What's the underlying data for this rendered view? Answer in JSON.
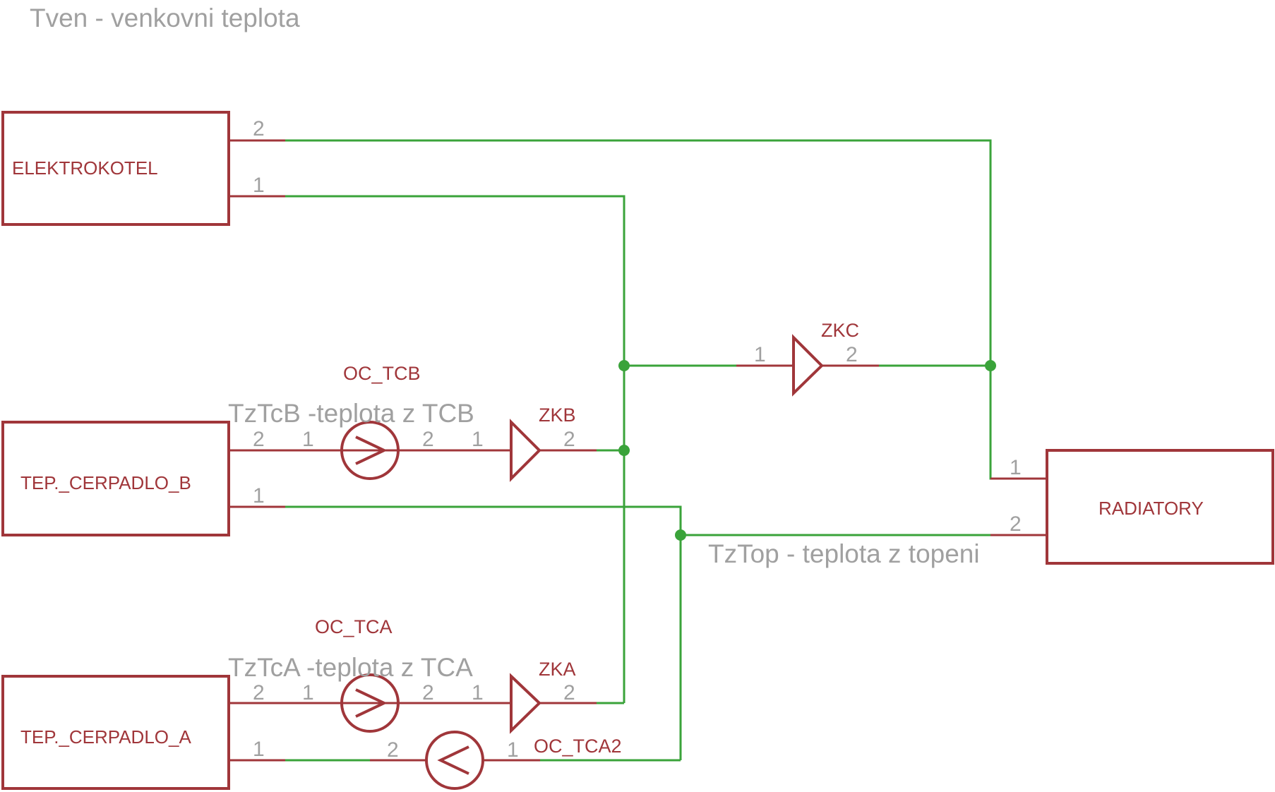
{
  "diagram": {
    "annotations": {
      "tven": "Tven - venkovni teplota",
      "tztcb": "TzTcB -teplota z TCB",
      "tztca": "TzTcA -teplota z TCA",
      "tztop": "TzTop - teplota z topeni"
    },
    "blocks": {
      "elektrokotel": "ELEKTROKOTEL",
      "tep_cerpadlo_b": "TEP._CERPADLO_B",
      "tep_cerpadlo_a": "TEP._CERPADLO_A",
      "radiatory": "RADIATORY"
    },
    "components": {
      "oc_tcb": "OC_TCB",
      "oc_tca": "OC_TCA",
      "oc_tca2": "OC_TCA2",
      "zkb": "ZKB",
      "zka": "ZKA",
      "zkc": "ZKC"
    },
    "pins": {
      "one": "1",
      "two": "2"
    },
    "colors": {
      "symbol": "#a0363a",
      "wire": "#3aa33a",
      "pin_text": "#a0a0a0",
      "background": "#ffffff"
    }
  }
}
